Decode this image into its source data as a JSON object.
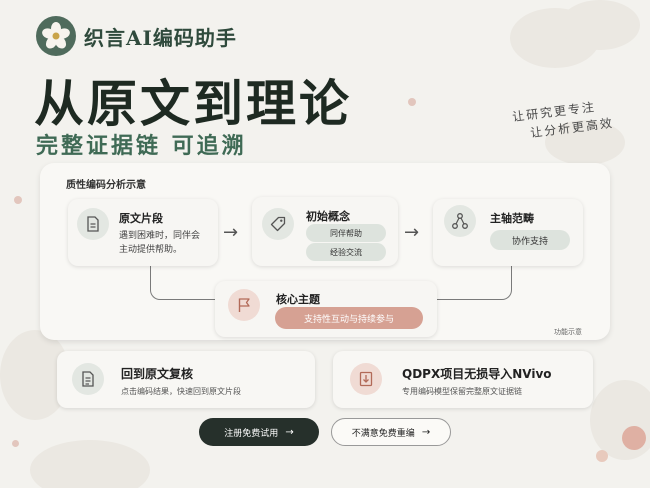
{
  "header": {
    "brand": "织言AI编码助手",
    "headline": "从原文到理论",
    "subheadline": "完整证据链  可追溯",
    "slogan_lines": [
      "让研究更专注",
      "让分析更高效"
    ]
  },
  "diagram": {
    "title": "质性编码分析示意",
    "note": "功能示意",
    "nodes": {
      "source": {
        "title": "原文片段",
        "text_lines": [
          "遇到困难时，同伴会",
          "主动提供帮助。"
        ],
        "icon": "document-icon"
      },
      "initial": {
        "title": "初始概念",
        "tags": [
          "同伴帮助",
          "经验交流"
        ],
        "icon": "tag-icon"
      },
      "axial": {
        "title": "主轴范畴",
        "tags": [
          "协作支持"
        ],
        "icon": "hierarchy-icon"
      },
      "core": {
        "title": "核心主题",
        "tag": "支持性互动与持续参与",
        "icon": "flag-icon"
      }
    }
  },
  "features": [
    {
      "title": "回到原文复核",
      "text": "点击编码结果，快速回到原文片段",
      "icon": "file-text-icon"
    },
    {
      "title": "QDPX项目无损导入NVivo",
      "text": "专用编码模型保留完整原文证据链",
      "icon": "import-icon"
    }
  ],
  "buttons": {
    "primary": "注册免费试用",
    "secondary": "不满意免费重编",
    "arrow": "→"
  },
  "arrows": {
    "right": "→"
  },
  "colors": {
    "brand_green": "#2f4a3c",
    "accent_green": "#3f6a55",
    "core_pink": "#d6a193",
    "dark_button": "#26302b",
    "background": "#f3f2ee"
  }
}
